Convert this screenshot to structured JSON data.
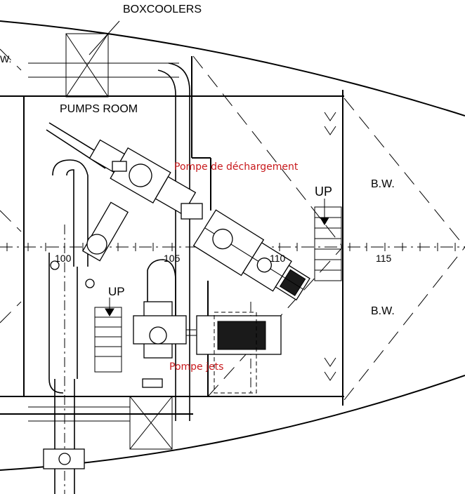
{
  "labels": {
    "boxcoolers": "BOXCOOLERS",
    "pumps_room": "PUMPS ROOM",
    "discharge_pump": "Pompe de déchargement",
    "jet_pumps": "Pompe jets",
    "up_right": "UP",
    "up_left": "UP",
    "bw_top": "B.W.",
    "bw_bottom": "B.W.",
    "frame_100": "100",
    "frame_105": "105",
    "frame_110": "110",
    "frame_115": "115",
    "edge_text": "W."
  },
  "colors": {
    "annotation": "#c8191c",
    "line": "#000000",
    "background": "#ffffff"
  }
}
